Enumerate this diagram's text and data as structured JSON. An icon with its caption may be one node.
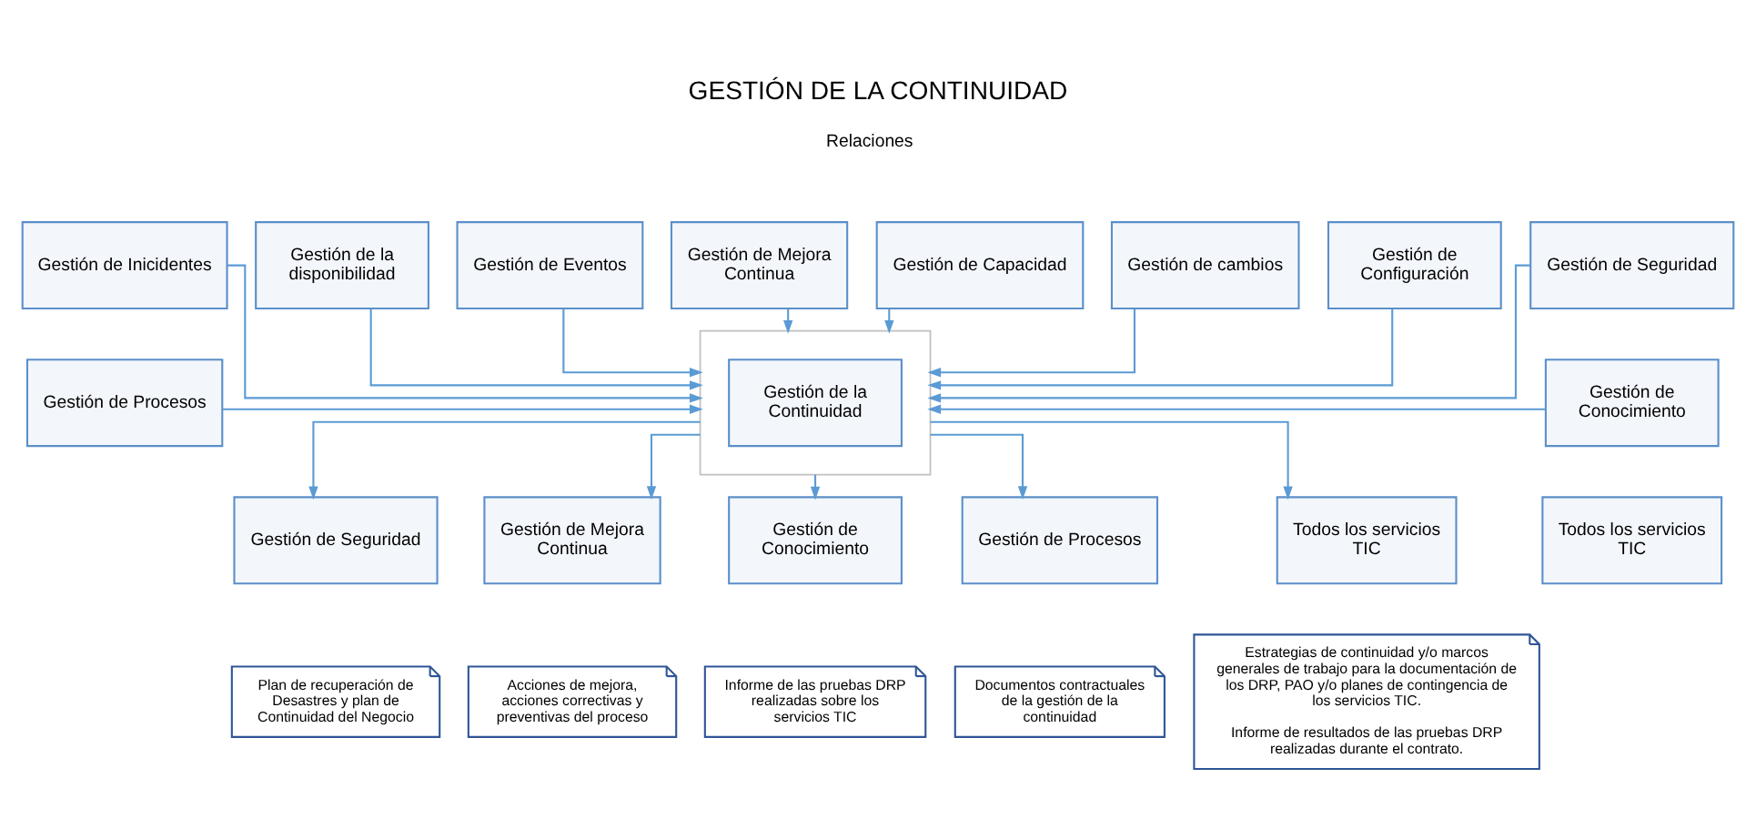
{
  "diagram": {
    "title": "GESTIÓN DE LA CONTINUIDAD",
    "nodes": [
      {
        "text": [
          "Gestión de Inicidentes"
        ]
      },
      {
        "text": [
          "Gestión de la disponibilidad"
        ]
      },
      {
        "text": [
          "Gestión de Eventos"
        ]
      },
      {
        "text": [
          "Gestión de Mejora Continua"
        ]
      },
      {
        "text": [
          "Gestión de Capacidad"
        ]
      },
      {
        "text": [
          "Gestión de cambios"
        ]
      },
      {
        "text": [
          "Gestión de Configuración"
        ]
      },
      {
        "text": [
          "Gestión de Seguridad"
        ]
      },
      {
        "text": [
          "Gestión de Procesos"
        ]
      },
      {
        "text": [],
        "shape": "box"
      },
      {
        "text": [
          "Gestión de la Continuidad"
        ],
        "in": 9
      },
      {
        "text": [
          "Gestión de Conocimiento"
        ]
      },
      {
        "text": [
          "Todos los servicios TIC"
        ]
      },
      {
        "text": [
          "Gestión de Seguridad"
        ]
      },
      {
        "text": [
          "Plan de recuperación de Desastres y plan de Continuidad del Negocio"
        ]
      },
      {
        "text": [
          "Gestión de Mejora Continua"
        ]
      },
      {
        "text": [
          "Acciones de mejora, acciones correctivas y preventivas del proceso"
        ]
      },
      {
        "text": [
          "Gestión de Conocimiento"
        ]
      },
      {
        "text": [
          "Informe de las pruebas DRP realizadas sobre los servicios TIC"
        ]
      },
      {
        "text": [
          "Gestión de Procesos"
        ]
      },
      {
        "text": [
          "Documentos contractuales de la gestión de la continuidad"
        ]
      },
      {
        "text": [
          "Todos los servicios TIC"
        ]
      },
      {
        "text": [
          "Estrategias de continuidad y/o marcos generales de trabajo para la documentación de los DRP, PAO y/o planes de contingencia de los servicios TIC.",
          "Informe de resultados de las pruebas DRP realizadas durante el contrato."
        ]
      }
    ],
    "edges": [
      {
        "from": 0,
        "to": 9,
        "arrow": "to"
      },
      {
        "from": 1,
        "to": 9,
        "arrow": "to"
      },
      {
        "from": 2,
        "to": 9,
        "arrow": "to"
      },
      {
        "from": 3,
        "to": 9,
        "arrow": "to"
      },
      {
        "from": 4,
        "to": 9,
        "arrow": "to"
      },
      {
        "from": 5,
        "to": 9,
        "arrow": "to"
      },
      {
        "from": 6,
        "to": 9,
        "arrow": "to"
      },
      {
        "from": 7,
        "to": 9,
        "arrow": "to"
      },
      {
        "from": 8,
        "to": 9,
        "arrow": "to"
      },
      {
        "from": 11,
        "to": 9,
        "arrow": "to"
      },
      {
        "from": 9,
        "to": 13,
        "arrow": "to"
      },
      {
        "from": 9,
        "to": 15,
        "arrow": "to"
      },
      {
        "from": 9,
        "to": 17,
        "arrow": "to"
      },
      {
        "from": 9,
        "to": 19,
        "arrow": "to"
      },
      {
        "from": 9,
        "to": 21,
        "arrow": "to"
      }
    ],
    "labels": [
      "Relaciones"
    ]
  }
}
